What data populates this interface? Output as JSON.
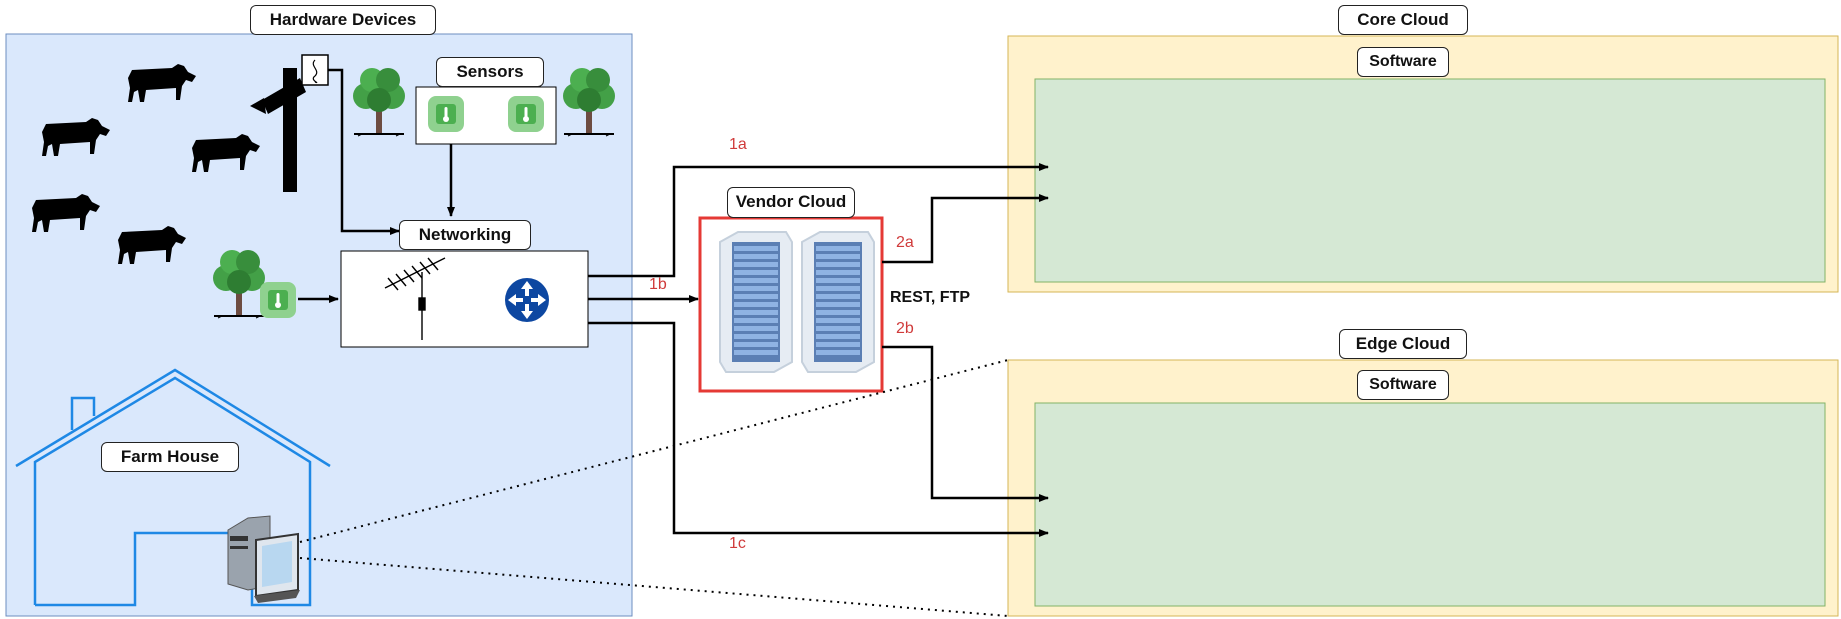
{
  "hardware": {
    "title": "Hardware Devices"
  },
  "sensors": {
    "title": "Sensors"
  },
  "networking": {
    "title": "Networking"
  },
  "farm_house": {
    "title": "Farm House"
  },
  "vendor_cloud": {
    "title": "Vendor Cloud",
    "protocols": "REST, FTP"
  },
  "core_cloud": {
    "title": "Core Cloud",
    "software": "Software"
  },
  "edge_cloud": {
    "title": "Edge Cloud",
    "software": "Software"
  },
  "edges": {
    "e1a": "1a",
    "e1b": "1b",
    "e1c": "1c",
    "e2a": "2a",
    "e2b": "2b"
  },
  "colors": {
    "hardware_bg": "#dae8fc",
    "cloud_bg": "#fff2cc",
    "software_bg": "#d5e8d4",
    "vendor_border": "#e53935",
    "edge_label": "#d03b3b",
    "house_outline": "#1e88e5",
    "router": "#0d47a1",
    "sensor": "#6abf69"
  },
  "icons": [
    "cow-icon",
    "tree-icon",
    "camera-icon",
    "thermometer-sensor-icon",
    "antenna-icon",
    "router-icon",
    "server-rack-icon",
    "house-icon",
    "computer-icon"
  ]
}
